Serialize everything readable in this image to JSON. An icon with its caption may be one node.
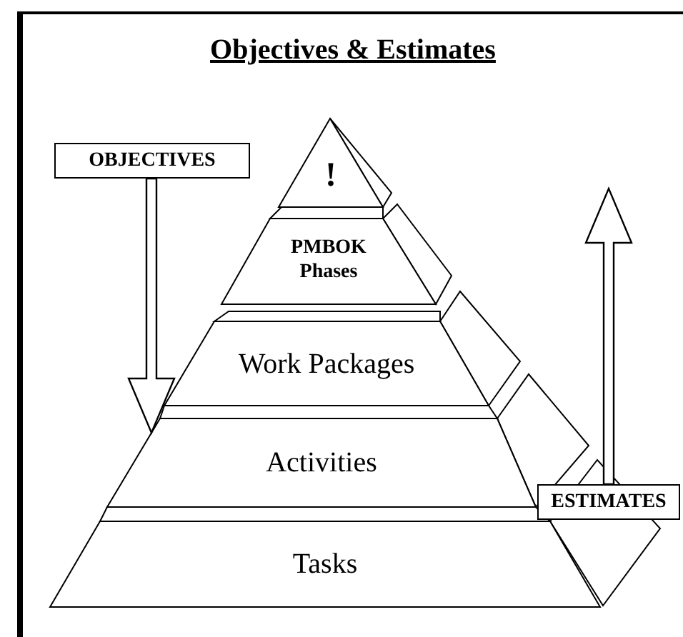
{
  "diagram": {
    "title": "Objectives & Estimates",
    "nodes": [
      {
        "text": [
          "!"
        ]
      },
      {
        "text": [
          "PMBOK Phases"
        ]
      },
      {
        "text": [
          "Work Packages"
        ]
      },
      {
        "text": [
          "Activities"
        ]
      },
      {
        "text": [
          "Tasks"
        ]
      },
      {
        "text": [
          "OBJECTIVES"
        ]
      },
      {
        "text": [
          "ESTIMATES"
        ]
      }
    ],
    "edges": [
      {
        "from": 5,
        "to": 3,
        "arrow": "to"
      },
      {
        "from": 6,
        "to": null,
        "arrow": "to"
      }
    ]
  }
}
